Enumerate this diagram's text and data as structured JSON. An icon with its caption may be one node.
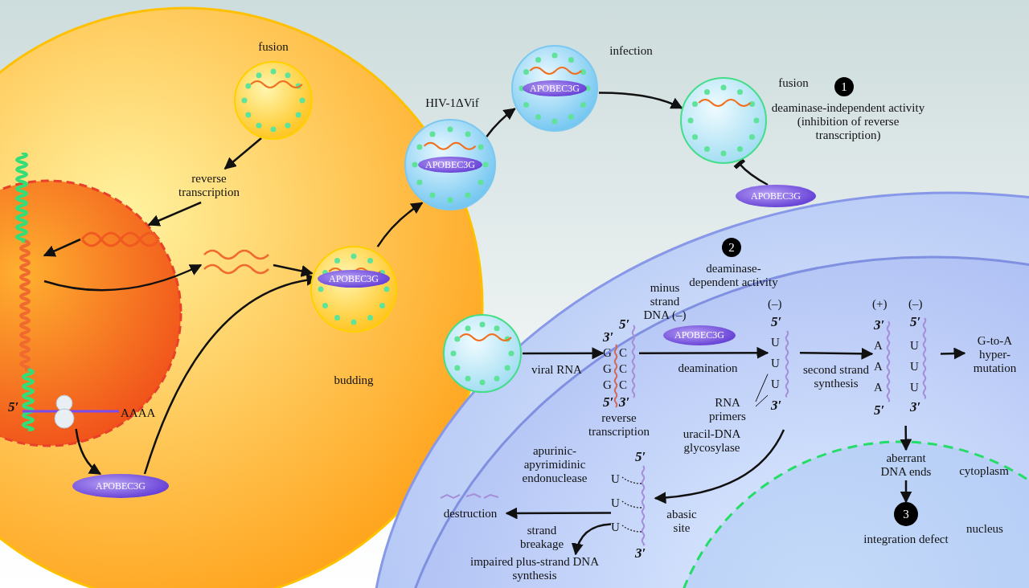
{
  "diagram": {
    "nodes": [
      {
        "text": [],
        "shape": "circle",
        "beside": [
          "fusion"
        ]
      },
      {
        "text": [
          "reverse transcription"
        ]
      },
      {
        "text": [],
        "shape": "picture"
      },
      {
        "text": [],
        "shape": "picture"
      },
      {
        "text": [],
        "shape": "picture"
      },
      {
        "text": [],
        "shape": "circle",
        "beside": [
          "budding"
        ]
      },
      {
        "text": [
          "APOBEC3G"
        ],
        "in": 5
      },
      {
        "text": [
          "5′",
          "AAAA"
        ]
      },
      {
        "text": [
          "APOBEC3G"
        ]
      },
      {
        "text": [],
        "shape": "circle",
        "beside": [
          "HIV-1ΔVif"
        ]
      },
      {
        "text": [
          "APOBEC3G"
        ],
        "in": 9
      },
      {
        "text": [],
        "shape": "circle",
        "beside": [
          "infection"
        ]
      },
      {
        "text": [
          "APOBEC3G"
        ],
        "in": 11
      },
      {
        "text": [],
        "shape": "circle",
        "beside": [
          "fusion"
        ]
      },
      {
        "text": [
          "APOBEC3G"
        ]
      },
      {
        "text": [],
        "shape": "circle"
      },
      {
        "text": [
          "5′",
          "3′",
          "G",
          "C",
          "G",
          "C",
          "G",
          "C",
          "5′",
          "3′"
        ],
        "beside": [
          "reverse transcription"
        ]
      },
      {
        "text": [
          "(–)",
          "5′",
          "U",
          "U",
          "U",
          "3′"
        ]
      },
      {
        "text": [
          "APOBEC3G"
        ]
      },
      {
        "text": [
          "RNA primers"
        ]
      },
      {
        "text": [
          "(+)",
          "(–)",
          "3′",
          "5′",
          "A",
          "U",
          "A",
          "U",
          "A",
          "U",
          "5′",
          "3′"
        ]
      },
      {
        "text": [
          "G-to-A hyper-mutation"
        ]
      },
      {
        "text": [
          "aberrant DNA ends"
        ]
      },
      {
        "text": [
          "3",
          "integration defect"
        ]
      },
      {
        "text": [
          "5′",
          "U",
          "U",
          "U",
          "3′"
        ],
        "beside": [
          "abasic site"
        ]
      },
      {
        "text": [
          "destruction"
        ]
      },
      {
        "text": [
          "impaired plus-strand DNA synthesis"
        ]
      }
    ],
    "edges": [
      {
        "from": 0,
        "to": 1,
        "arrow": "to"
      },
      {
        "from": 1,
        "to": 2,
        "arrow": "to"
      },
      {
        "from": 2,
        "to": 3,
        "arrow": "to"
      },
      {
        "from": 3,
        "to": 4,
        "arrow": "to"
      },
      {
        "from": 4,
        "to": 5,
        "arrow": "to"
      },
      {
        "from": 7,
        "to": 8,
        "arrow": "to"
      },
      {
        "from": 8,
        "to": 6,
        "arrow": "to"
      },
      {
        "from": 5,
        "to": 9,
        "arrow": "to"
      },
      {
        "from": 9,
        "to": 11,
        "arrow": "to"
      },
      {
        "from": 11,
        "to": 13,
        "arrow": "to"
      },
      {
        "from": 14,
        "to": 13,
        "arrow": "other"
      },
      {
        "from": 15,
        "to": 16,
        "arrow": "to",
        "label": "viral RNA"
      },
      {
        "from": 16,
        "to": 17,
        "arrow": "to",
        "label": "deamination"
      },
      {
        "from": 19,
        "to": 17,
        "arrow": "none"
      },
      {
        "from": 19,
        "to": 17,
        "arrow": "none"
      },
      {
        "from": 17,
        "to": 20,
        "arrow": "to",
        "label": "second strand synthesis"
      },
      {
        "from": 20,
        "to": 21,
        "arrow": "to"
      },
      {
        "from": 20,
        "to": 22,
        "arrow": "to"
      },
      {
        "from": 22,
        "to": 23,
        "arrow": "to"
      },
      {
        "from": 17,
        "to": 24,
        "arrow": "to",
        "label": "uracil-DNA glycosylase"
      },
      {
        "from": 24,
        "to": 25,
        "arrow": "to",
        "label": "apurinic-apyrimidinic endonuclease"
      },
      {
        "from": 24,
        "to": 26,
        "arrow": "to",
        "label": "strand breakage"
      }
    ],
    "labels": [
      "1",
      "deaminase-independent activity (inhibition of reverse transcription)",
      "2",
      "minus strand DNA (–)",
      "deaminase-dependent activity",
      "cytoplasm",
      "nucleus"
    ]
  }
}
